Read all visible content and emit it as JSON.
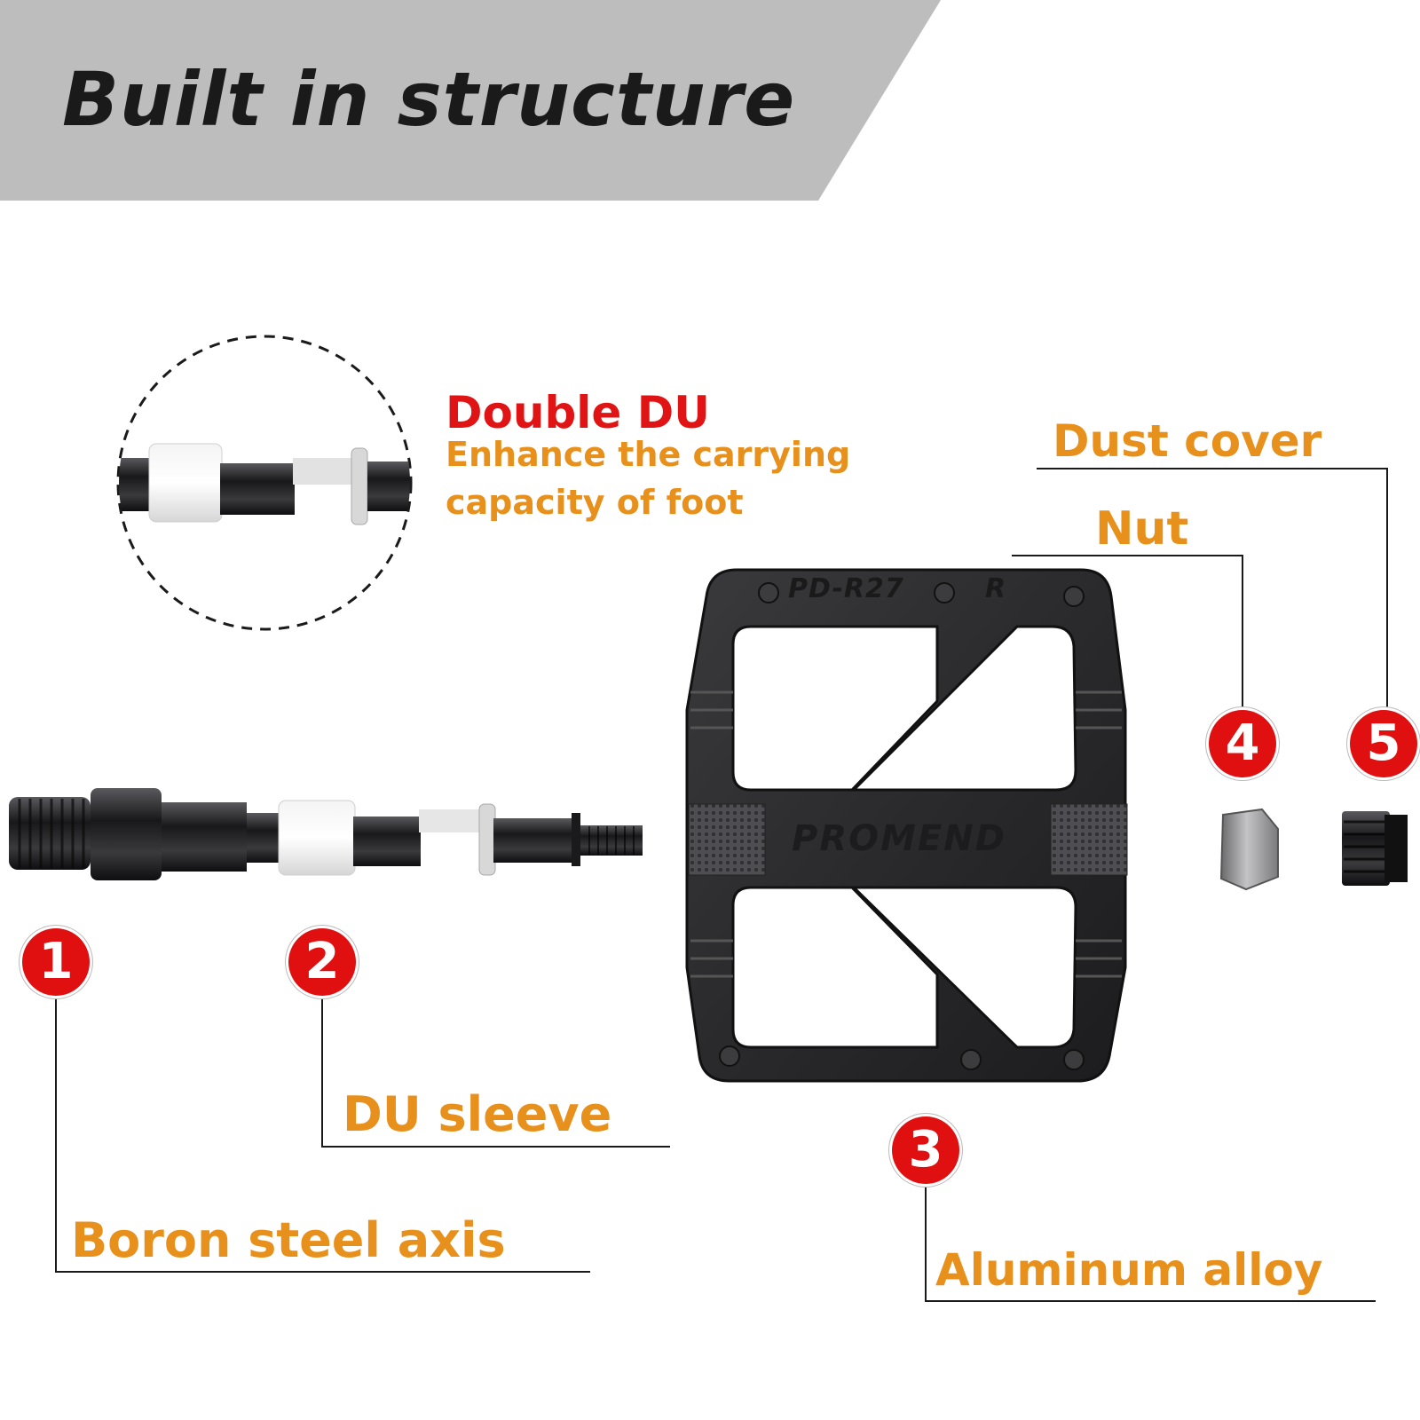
{
  "title": "Built in structure",
  "colors": {
    "banner": "#bdbdbd",
    "label_orange": "#e8901c",
    "label_red": "#e01414",
    "badge_red": "#e01010",
    "part_dark": "#2a2a2c"
  },
  "callout": {
    "heading": "Double DU",
    "line1": "Enhance the carrying",
    "line2": "capacity of foot"
  },
  "pedal": {
    "top_marking": "PD-R27",
    "side_marking": "R",
    "brand": "PROMEND"
  },
  "parts": [
    {
      "number": "1",
      "label": "Boron steel axis"
    },
    {
      "number": "2",
      "label": "DU sleeve"
    },
    {
      "number": "3",
      "label": "Aluminum alloy"
    },
    {
      "number": "4",
      "label": "Nut"
    },
    {
      "number": "5",
      "label": "Dust cover"
    }
  ]
}
